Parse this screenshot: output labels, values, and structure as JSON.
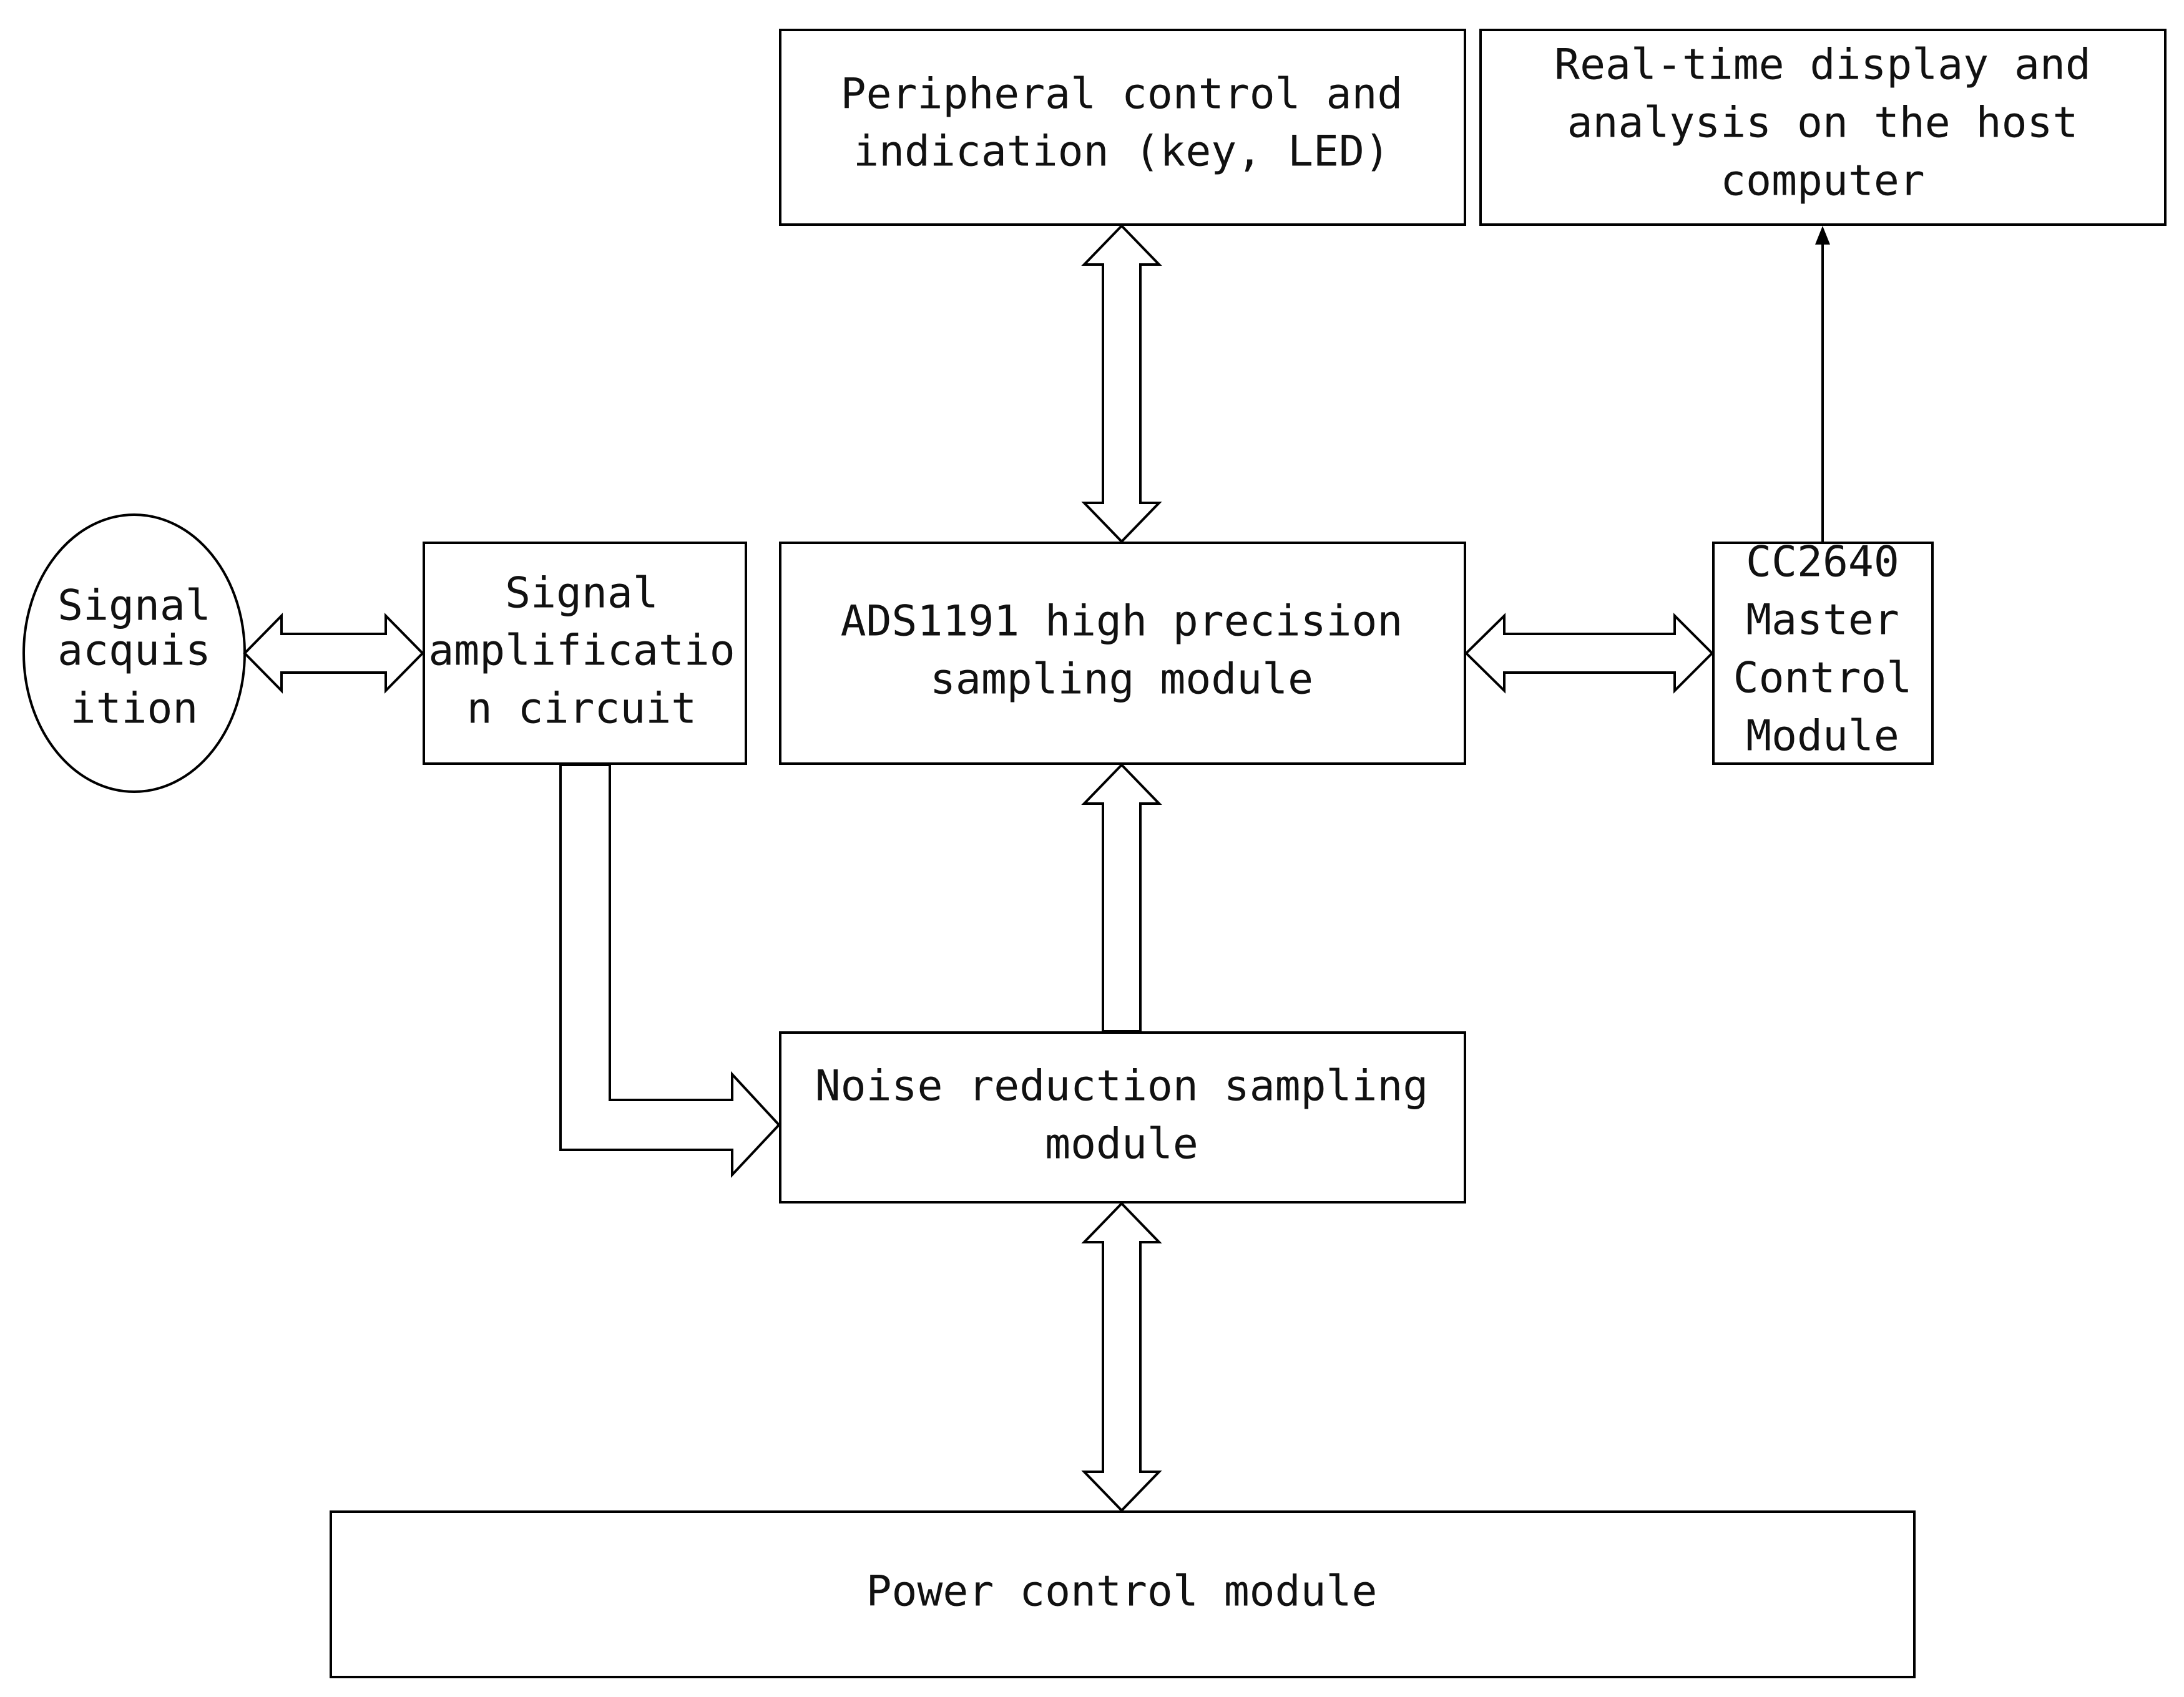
{
  "diagram": {
    "nodes": {
      "signal_acquisition": {
        "shape": "ellipse",
        "lines": [
          "Signal",
          "acquis",
          "ition"
        ]
      },
      "signal_amplification": {
        "shape": "rectangle",
        "lines": [
          "Signal",
          "amplificatio",
          "n  circuit"
        ]
      },
      "ads1191": {
        "shape": "rectangle",
        "lines": [
          "ADS1191 high precision",
          "sampling module"
        ]
      },
      "peripheral": {
        "shape": "rectangle",
        "lines": [
          "Peripheral control and",
          "indication (key, LED)"
        ]
      },
      "host_display": {
        "shape": "rectangle",
        "lines": [
          "Real-time display and",
          "analysis on the host",
          "computer"
        ]
      },
      "cc2640": {
        "shape": "rectangle",
        "lines": [
          "CC2640",
          "Master",
          "Control",
          "Module"
        ]
      },
      "noise_reduction": {
        "shape": "rectangle",
        "lines": [
          "Noise reduction sampling",
          "module"
        ]
      },
      "power_control": {
        "shape": "rectangle",
        "lines": [
          "Power control module"
        ]
      }
    },
    "connections": [
      {
        "from": "signal_acquisition",
        "to": "signal_amplification",
        "style": "hollow-double-arrow"
      },
      {
        "from": "ads1191",
        "to": "peripheral",
        "style": "hollow-double-arrow"
      },
      {
        "from": "ads1191",
        "to": "cc2640",
        "style": "hollow-double-arrow"
      },
      {
        "from": "cc2640",
        "to": "host_display",
        "style": "thin-arrow"
      },
      {
        "from": "noise_reduction",
        "to": "ads1191",
        "style": "hollow-arrow"
      },
      {
        "from": "signal_amplification",
        "to": "noise_reduction",
        "style": "hollow-elbow-arrow"
      },
      {
        "from": "noise_reduction",
        "to": "power_control",
        "style": "hollow-double-arrow"
      }
    ]
  }
}
